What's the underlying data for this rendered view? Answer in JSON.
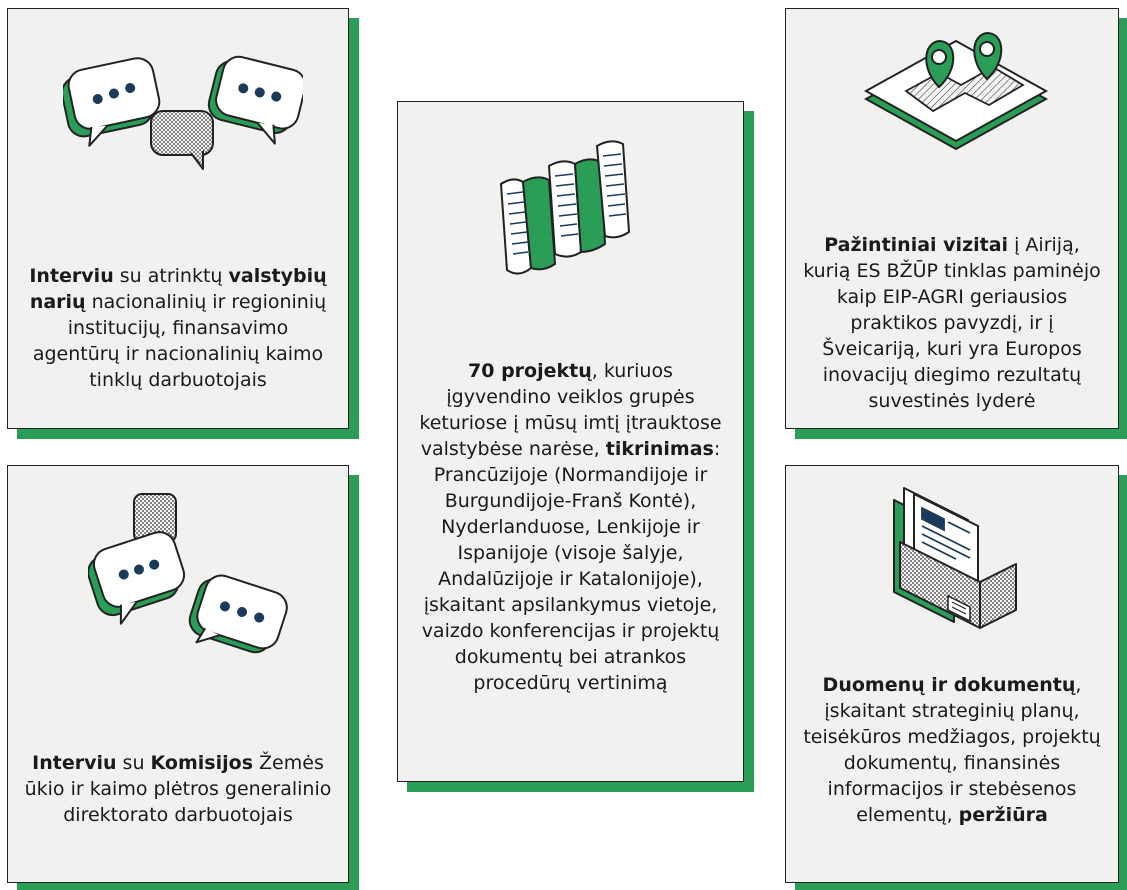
{
  "colors": {
    "accent": "#2a9d57",
    "card_bg": "#f1f1ef",
    "outline": "#222222"
  },
  "cards": [
    {
      "id": "interviews-member-states",
      "icon": "chat-bubbles-icon",
      "parts": [
        {
          "t": "Interviu",
          "b": true
        },
        {
          "t": " su atrinktų ",
          "b": false
        },
        {
          "t": "valstybių narių",
          "b": true
        },
        {
          "t": " nacionalinių ir regioninių institucijų, finansavimo agentūrų ir nacionalinių kaimo tinklų darbuotojais",
          "b": false
        }
      ]
    },
    {
      "id": "projects-review",
      "icon": "documents-scroll-icon",
      "parts": [
        {
          "t": "70 projektų",
          "b": true
        },
        {
          "t": ", kuriuos įgyvendino veiklos grupės keturiose į mūsų imtį įtrauktose valstybėse narėse, ",
          "b": false
        },
        {
          "t": "tikrinimas",
          "b": true
        },
        {
          "t": ": Prancūzijoje (Normandijoje ir Burgundijoje-Franš Kontė), Nyderlanduose, Lenkijoje ir Ispanijoje (visoje šalyje, Andalūzijoje ir Katalonijoje), įskaitant apsilankymus vietoje, vaizdo konferencijas ir projektų dokumentų bei atrankos procedūrų vertinimą",
          "b": false
        }
      ]
    },
    {
      "id": "study-visits",
      "icon": "map-pins-icon",
      "parts": [
        {
          "t": "Pažintiniai vizitai",
          "b": true
        },
        {
          "t": " į Airiją, kurią ES BŽŪP tinklas paminėjo kaip EIP-AGRI geriausios praktikos pavyzdį, ir į Šveicariją, kuri yra Europos inovacijų diegimo rezultatų suvestinės lyderė",
          "b": false
        }
      ]
    },
    {
      "id": "interviews-commission",
      "icon": "chat-bubbles-icon",
      "parts": [
        {
          "t": "Interviu",
          "b": true
        },
        {
          "t": " su ",
          "b": false
        },
        {
          "t": "Komisijos",
          "b": true
        },
        {
          "t": " Žemės ūkio ir kaimo plėtros generalinio direktorato darbuotojais",
          "b": false
        }
      ]
    },
    {
      "id": "documents-review",
      "icon": "folder-documents-icon",
      "parts": [
        {
          "t": "Duomenų ir dokumentų",
          "b": true
        },
        {
          "t": ", įskaitant strateginių planų, teisėkūros medžiagos, projektų dokumentų, finansinės informacijos ir stebėsenos elementų, ",
          "b": false
        },
        {
          "t": "peržiūra",
          "b": true
        }
      ]
    }
  ]
}
